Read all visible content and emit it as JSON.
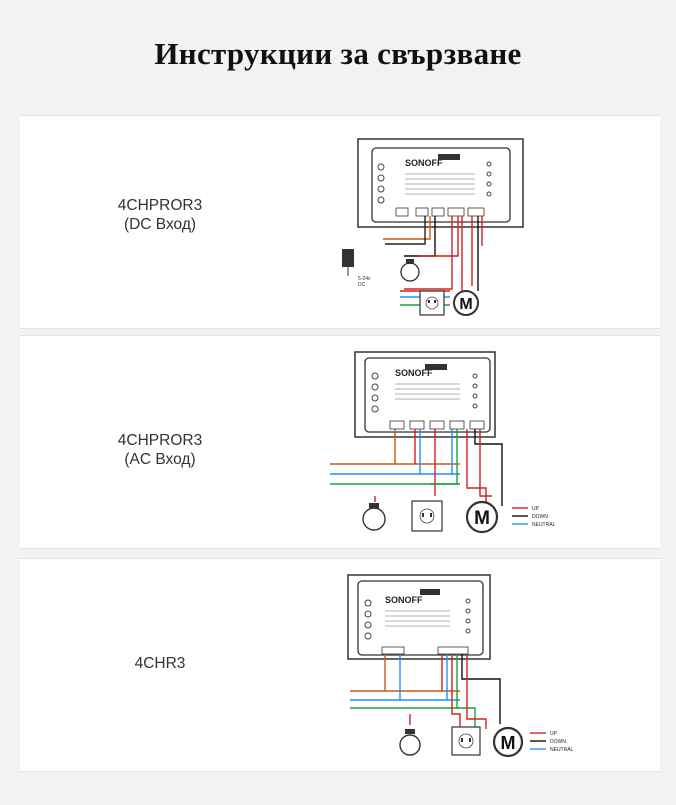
{
  "title": "Инструкции за свързване",
  "brand": "SONOFF",
  "motor_symbol": "M",
  "panels": [
    {
      "model": "4CHPROR3",
      "input": "(DC Вход)",
      "power_label": "5-24v",
      "power_label_2": "DC",
      "wire_labels": []
    },
    {
      "model": "4CHPROR3",
      "input": "(AC Вход)",
      "wire_labels": [
        "UP",
        "DOWN",
        "NEUTRAL"
      ]
    },
    {
      "model": "4CHR3",
      "input": "",
      "wire_labels": [
        "UP",
        "DOWN",
        "NEUTRAL"
      ]
    }
  ],
  "colors": {
    "live": "#d42020",
    "neutral": "#1e90ff",
    "ground": "#1aa33a",
    "phase": "#c65a1a",
    "down": "#111111"
  }
}
